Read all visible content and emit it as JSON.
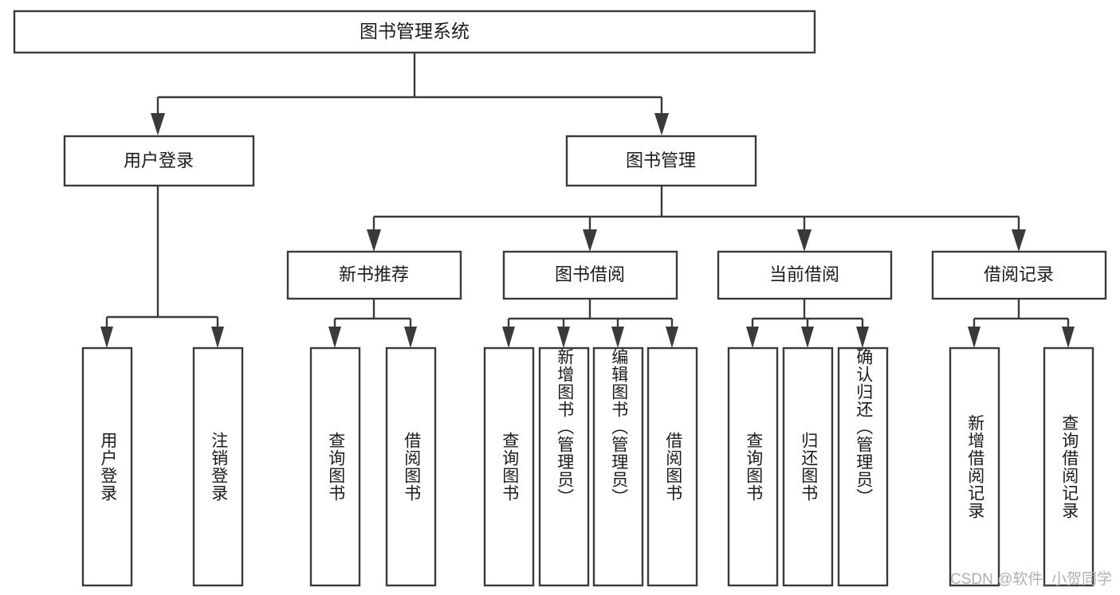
{
  "diagram": {
    "title": "图书管理系统",
    "type": "tree-hierarchy",
    "watermark": "CSDN @软件_小贺同学",
    "colors": {
      "box_stroke": "#3a3a3a",
      "box_fill": "#ffffff",
      "text": "#1b1b1b",
      "background": "#ffffff",
      "watermark": "#b0b0b0"
    },
    "root": {
      "label": "图书管理系统"
    },
    "level2": [
      {
        "label": "用户登录"
      },
      {
        "label": "图书管理"
      }
    ],
    "level3": [
      {
        "label": "新书推荐"
      },
      {
        "label": "图书借阅"
      },
      {
        "label": "当前借阅"
      },
      {
        "label": "借阅记录"
      }
    ],
    "leaves": {
      "user_login": [
        {
          "label": "用户登录"
        },
        {
          "label": "注销登录"
        }
      ],
      "new_book_recommend": [
        {
          "label": "查询图书"
        },
        {
          "label": "借阅图书"
        }
      ],
      "book_borrow": [
        {
          "label": "查询图书"
        },
        {
          "label": "新增图书（管理员）"
        },
        {
          "label": "编辑图书（管理员）"
        },
        {
          "label": "借阅图书"
        }
      ],
      "current_borrow": [
        {
          "label": "查询图书"
        },
        {
          "label": "归还图书"
        },
        {
          "label": "确认归还（管理员）"
        }
      ],
      "borrow_record": [
        {
          "label": "新增借阅记录"
        },
        {
          "label": "查询借阅记录"
        }
      ]
    }
  }
}
